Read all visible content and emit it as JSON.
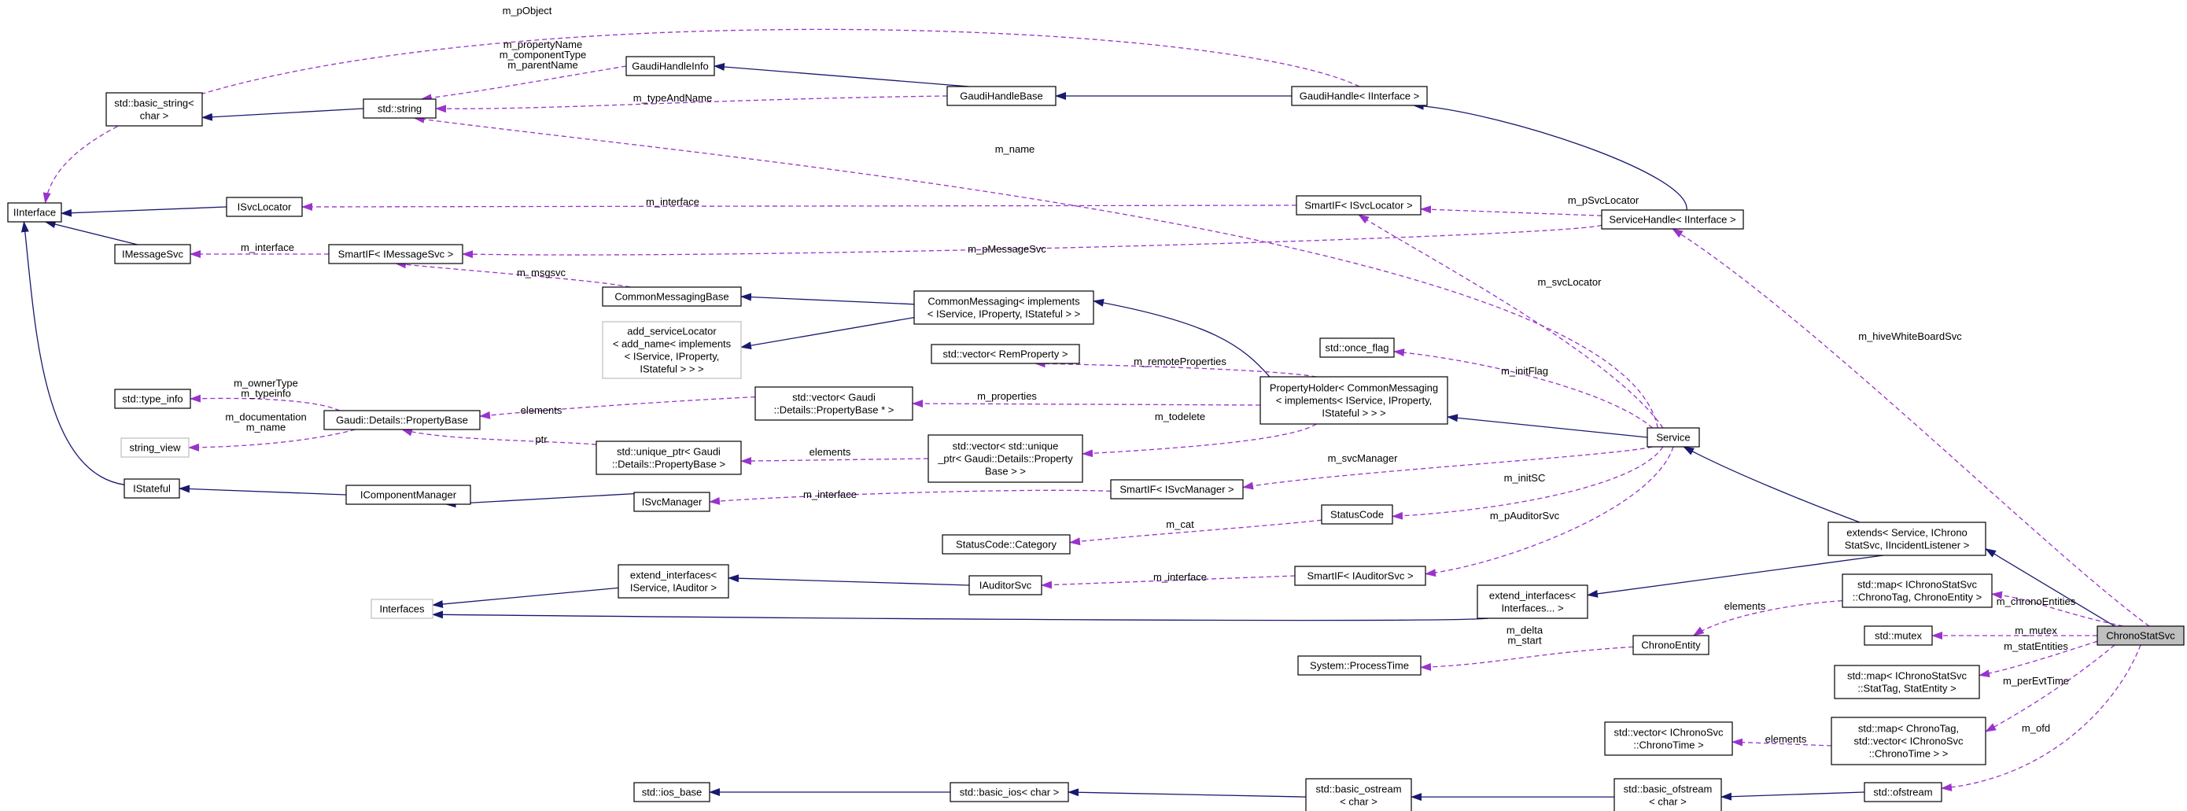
{
  "diagram": {
    "title": "",
    "nodes": [
      {
        "id": "IInterface",
        "lines": [
          "IInterface"
        ]
      },
      {
        "id": "basic_string",
        "lines": [
          "std::basic_string<",
          "char >"
        ]
      },
      {
        "id": "string",
        "lines": [
          "std::string"
        ]
      },
      {
        "id": "GaudiHandleInfo",
        "lines": [
          "GaudiHandleInfo"
        ]
      },
      {
        "id": "GaudiHandleBase",
        "lines": [
          "GaudiHandleBase"
        ]
      },
      {
        "id": "GaudiHandle",
        "lines": [
          "GaudiHandle< IInterface >"
        ]
      },
      {
        "id": "ISvcLocator",
        "lines": [
          "ISvcLocator"
        ]
      },
      {
        "id": "SmartIF_ISvcLocator",
        "lines": [
          "SmartIF< ISvcLocator >"
        ]
      },
      {
        "id": "ServiceHandle",
        "lines": [
          "ServiceHandle< IInterface >"
        ]
      },
      {
        "id": "IMessageSvc",
        "lines": [
          "IMessageSvc"
        ]
      },
      {
        "id": "SmartIF_IMessageSvc",
        "lines": [
          "SmartIF< IMessageSvc >"
        ]
      },
      {
        "id": "CommonMessagingBase",
        "lines": [
          "CommonMessagingBase"
        ]
      },
      {
        "id": "CommonMessaging",
        "lines": [
          "CommonMessaging< implements",
          "< IService, IProperty, IStateful > >"
        ]
      },
      {
        "id": "add_serviceLocator",
        "lines": [
          "add_serviceLocator",
          "< add_name< implements",
          "< IService, IProperty,",
          "IStateful > > >"
        ]
      },
      {
        "id": "once_flag",
        "lines": [
          "std::once_flag"
        ]
      },
      {
        "id": "vector_RemProperty",
        "lines": [
          "std::vector< RemProperty >"
        ]
      },
      {
        "id": "type_info",
        "lines": [
          "std::type_info"
        ]
      },
      {
        "id": "PropertyBase",
        "lines": [
          "Gaudi::Details::PropertyBase"
        ]
      },
      {
        "id": "vector_PropertyBase",
        "lines": [
          "std::vector< Gaudi",
          "::Details::PropertyBase * >"
        ]
      },
      {
        "id": "PropertyHolder",
        "lines": [
          "PropertyHolder< CommonMessaging",
          "< implements< IService, IProperty,",
          "IStateful > > >"
        ]
      },
      {
        "id": "string_view",
        "lines": [
          "string_view"
        ]
      },
      {
        "id": "unique_ptr",
        "lines": [
          "std::unique_ptr< Gaudi",
          "::Details::PropertyBase >"
        ]
      },
      {
        "id": "vector_unique_ptr",
        "lines": [
          "std::vector< std::unique",
          "_ptr< Gaudi::Details::Property",
          "Base > >"
        ]
      },
      {
        "id": "Service",
        "lines": [
          "Service"
        ]
      },
      {
        "id": "IStateful",
        "lines": [
          "IStateful"
        ]
      },
      {
        "id": "IComponentManager",
        "lines": [
          "IComponentManager"
        ]
      },
      {
        "id": "ISvcManager",
        "lines": [
          "ISvcManager"
        ]
      },
      {
        "id": "SmartIF_ISvcManager",
        "lines": [
          "SmartIF< ISvcManager >"
        ]
      },
      {
        "id": "StatusCode",
        "lines": [
          "StatusCode"
        ]
      },
      {
        "id": "StatusCode_Category",
        "lines": [
          "StatusCode::Category"
        ]
      },
      {
        "id": "extends",
        "lines": [
          "extends< Service, IChrono",
          "StatSvc, IIncidentListener >"
        ]
      },
      {
        "id": "extend_interfaces_IService",
        "lines": [
          "extend_interfaces<",
          "IService, IAuditor >"
        ]
      },
      {
        "id": "IAuditorSvc",
        "lines": [
          "IAuditorSvc"
        ]
      },
      {
        "id": "SmartIF_IAuditorSvc",
        "lines": [
          "SmartIF< IAuditorSvc >"
        ]
      },
      {
        "id": "map_ChronoTag",
        "lines": [
          "std::map< IChronoStatSvc",
          "::ChronoTag, ChronoEntity >"
        ]
      },
      {
        "id": "Interfaces",
        "lines": [
          "Interfaces"
        ]
      },
      {
        "id": "extend_interfaces_Interfaces",
        "lines": [
          "extend_interfaces<",
          "Interfaces... >"
        ]
      },
      {
        "id": "ChronoEntity",
        "lines": [
          "ChronoEntity"
        ]
      },
      {
        "id": "mutex",
        "lines": [
          "std::mutex"
        ]
      },
      {
        "id": "ChronoStatSvc",
        "lines": [
          "ChronoStatSvc"
        ]
      },
      {
        "id": "ProcessTime",
        "lines": [
          "System::ProcessTime"
        ]
      },
      {
        "id": "map_StatTag",
        "lines": [
          "std::map< IChronoStatSvc",
          "::StatTag, StatEntity >"
        ]
      },
      {
        "id": "vector_ChronoTime",
        "lines": [
          "std::vector< IChronoSvc",
          "::ChronoTime >"
        ]
      },
      {
        "id": "map_ChronoTag_vector",
        "lines": [
          "std::map< ChronoTag,",
          "std::vector< IChronoSvc",
          "::ChronoTime > >"
        ]
      },
      {
        "id": "ios_base",
        "lines": [
          "std::ios_base"
        ]
      },
      {
        "id": "basic_ios",
        "lines": [
          "std::basic_ios< char >"
        ]
      },
      {
        "id": "basic_ostream",
        "lines": [
          "std::basic_ostream",
          "< char >"
        ]
      },
      {
        "id": "basic_ofstream",
        "lines": [
          "std::basic_ofstream",
          "< char >"
        ]
      },
      {
        "id": "ofstream",
        "lines": [
          "std::ofstream"
        ]
      }
    ],
    "edge_labels": [
      {
        "id": "m_pObject",
        "lines": [
          "m_pObject"
        ]
      },
      {
        "id": "names_string",
        "lines": [
          "m_propertyName",
          "m_componentType",
          "m_parentName"
        ]
      },
      {
        "id": "m_typeAndName",
        "lines": [
          "m_typeAndName"
        ]
      },
      {
        "id": "m_name",
        "lines": [
          "m_name"
        ]
      },
      {
        "id": "m_interface_svcloc",
        "lines": [
          "m_interface"
        ]
      },
      {
        "id": "m_pSvcLocator",
        "lines": [
          "m_pSvcLocator"
        ]
      },
      {
        "id": "m_interface_msg",
        "lines": [
          "m_interface"
        ]
      },
      {
        "id": "m_pMessageSvc",
        "lines": [
          "m_pMessageSvc"
        ]
      },
      {
        "id": "m_msgsvc",
        "lines": [
          "m_msgsvc"
        ]
      },
      {
        "id": "m_svcLocator",
        "lines": [
          "m_svcLocator"
        ]
      },
      {
        "id": "m_hiveWhiteBoardSvc",
        "lines": [
          "m_hiveWhiteBoardSvc"
        ]
      },
      {
        "id": "m_initFlag",
        "lines": [
          "m_initFlag"
        ]
      },
      {
        "id": "m_remoteProperties",
        "lines": [
          "m_remoteProperties"
        ]
      },
      {
        "id": "owner_typeinfo",
        "lines": [
          "m_ownerType",
          "m_typeinfo"
        ]
      },
      {
        "id": "elements_pb",
        "lines": [
          "elements"
        ]
      },
      {
        "id": "m_properties",
        "lines": [
          "m_properties"
        ]
      },
      {
        "id": "doc_name",
        "lines": [
          "m_documentation",
          "m_name"
        ]
      },
      {
        "id": "ptr",
        "lines": [
          "ptr"
        ]
      },
      {
        "id": "m_todelete",
        "lines": [
          "m_todelete"
        ]
      },
      {
        "id": "elements_up",
        "lines": [
          "elements"
        ]
      },
      {
        "id": "m_svcManager",
        "lines": [
          "m_svcManager"
        ]
      },
      {
        "id": "m_interface_svcmgr",
        "lines": [
          "m_interface"
        ]
      },
      {
        "id": "m_initSC",
        "lines": [
          "m_initSC"
        ]
      },
      {
        "id": "m_cat",
        "lines": [
          "m_cat"
        ]
      },
      {
        "id": "m_pAuditorSvc",
        "lines": [
          "m_pAuditorSvc"
        ]
      },
      {
        "id": "m_interface_aud",
        "lines": [
          "m_interface"
        ]
      },
      {
        "id": "m_chronoEntities",
        "lines": [
          "m_chronoEntities"
        ]
      },
      {
        "id": "elements_ce",
        "lines": [
          "elements"
        ]
      },
      {
        "id": "m_mutex",
        "lines": [
          "m_mutex"
        ]
      },
      {
        "id": "delta_start",
        "lines": [
          "m_delta",
          "m_start"
        ]
      },
      {
        "id": "m_statEntities",
        "lines": [
          "m_statEntities"
        ]
      },
      {
        "id": "m_perEvtTime",
        "lines": [
          "m_perEvtTime"
        ]
      },
      {
        "id": "elements_ct",
        "lines": [
          "elements"
        ]
      },
      {
        "id": "m_ofd",
        "lines": [
          "m_ofd"
        ]
      }
    ],
    "colors": {
      "inheritance_edge": "#191970",
      "usage_edge": "#9a32cd",
      "focus_fill": "#bfbfbf",
      "node_border": "#000000",
      "undocumented_border": "#bfbfbf"
    }
  }
}
